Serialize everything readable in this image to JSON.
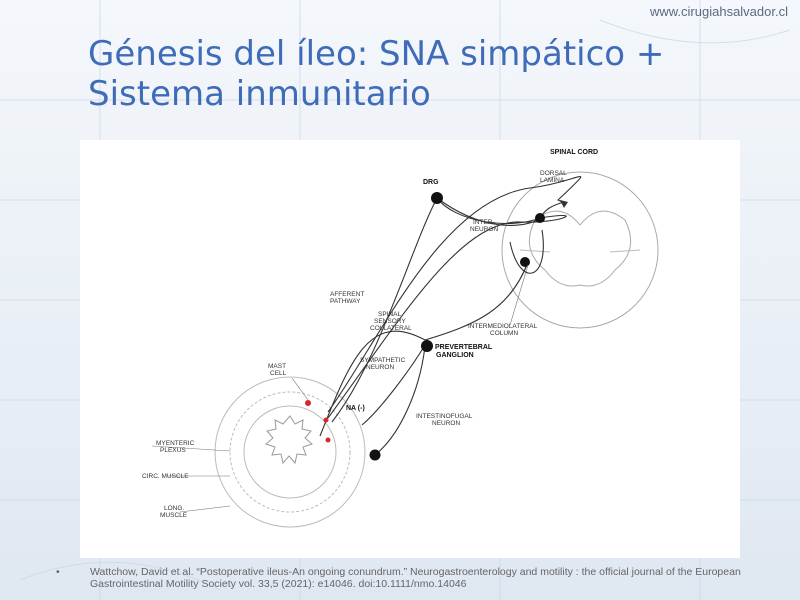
{
  "slide": {
    "site_url": "www.cirugiahsalvador.cl",
    "title_line1": "Génesis del íleo: SNA simpático +",
    "title_line2": "Sistema inmunitario"
  },
  "figure": {
    "labels": {
      "spinal_cord": "SPINAL CORD",
      "dorsal": "DORSAL",
      "lamina": "LAMINA",
      "drg": "DRG",
      "inter": "INTER-",
      "neuron": "NEURON",
      "afferent": "AFFERENT",
      "pathway": "PATHWAY",
      "spinal": "SPINAL",
      "sensory": "SENSORY",
      "collateral": "COLLATERAL",
      "intermediolateral": "INTERMEDIOLATERAL",
      "column": "COLUMN",
      "prevertebral": "PREVERTEBRAL",
      "ganglion": "GANGLION",
      "sympathetic": "SYMPATHETIC",
      "sym_neuron": "NEURON",
      "mast": "MAST",
      "cell": "CELL",
      "na": "NA (-)",
      "intestinofugal": "INTESTINOFUGAL",
      "if_neuron": "NEURON",
      "myenteric": "MYENTERIC",
      "plexus": "PLEXUS",
      "circ_muscle": "CIRC. MUSCLE",
      "long": "LONG.",
      "muscle": "MUSCLE"
    },
    "colors": {
      "mast_cell": "#d9262b",
      "line": "#333333"
    }
  },
  "reference": {
    "bullet": "•",
    "text": "Wattchow, David et al. “Postoperative ileus-An ongoing conundrum.” Neurogastroenterology and motility : the official journal of the European Gastrointestinal Motility Society vol. 33,5 (2021): e14046. doi:10.1111/nmo.14046"
  }
}
